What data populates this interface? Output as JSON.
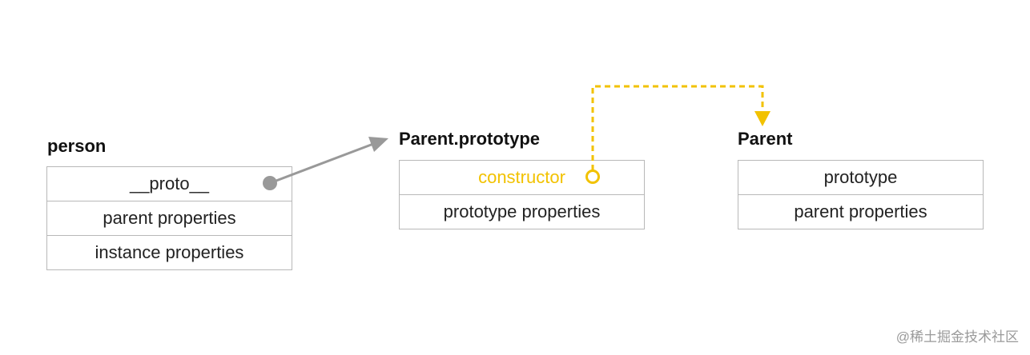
{
  "colors": {
    "border": "#b8b8b8",
    "grey_arrow": "#999999",
    "accent": "#f2c200"
  },
  "person": {
    "title": "person",
    "rows": [
      "__proto__",
      "parent properties",
      "instance properties"
    ]
  },
  "parent_prototype": {
    "title": "Parent.prototype",
    "rows": [
      "constructor",
      "prototype properties"
    ]
  },
  "parent": {
    "title": "Parent",
    "rows": [
      "prototype",
      "parent properties"
    ]
  },
  "watermark": "@稀土掘金技术社区"
}
